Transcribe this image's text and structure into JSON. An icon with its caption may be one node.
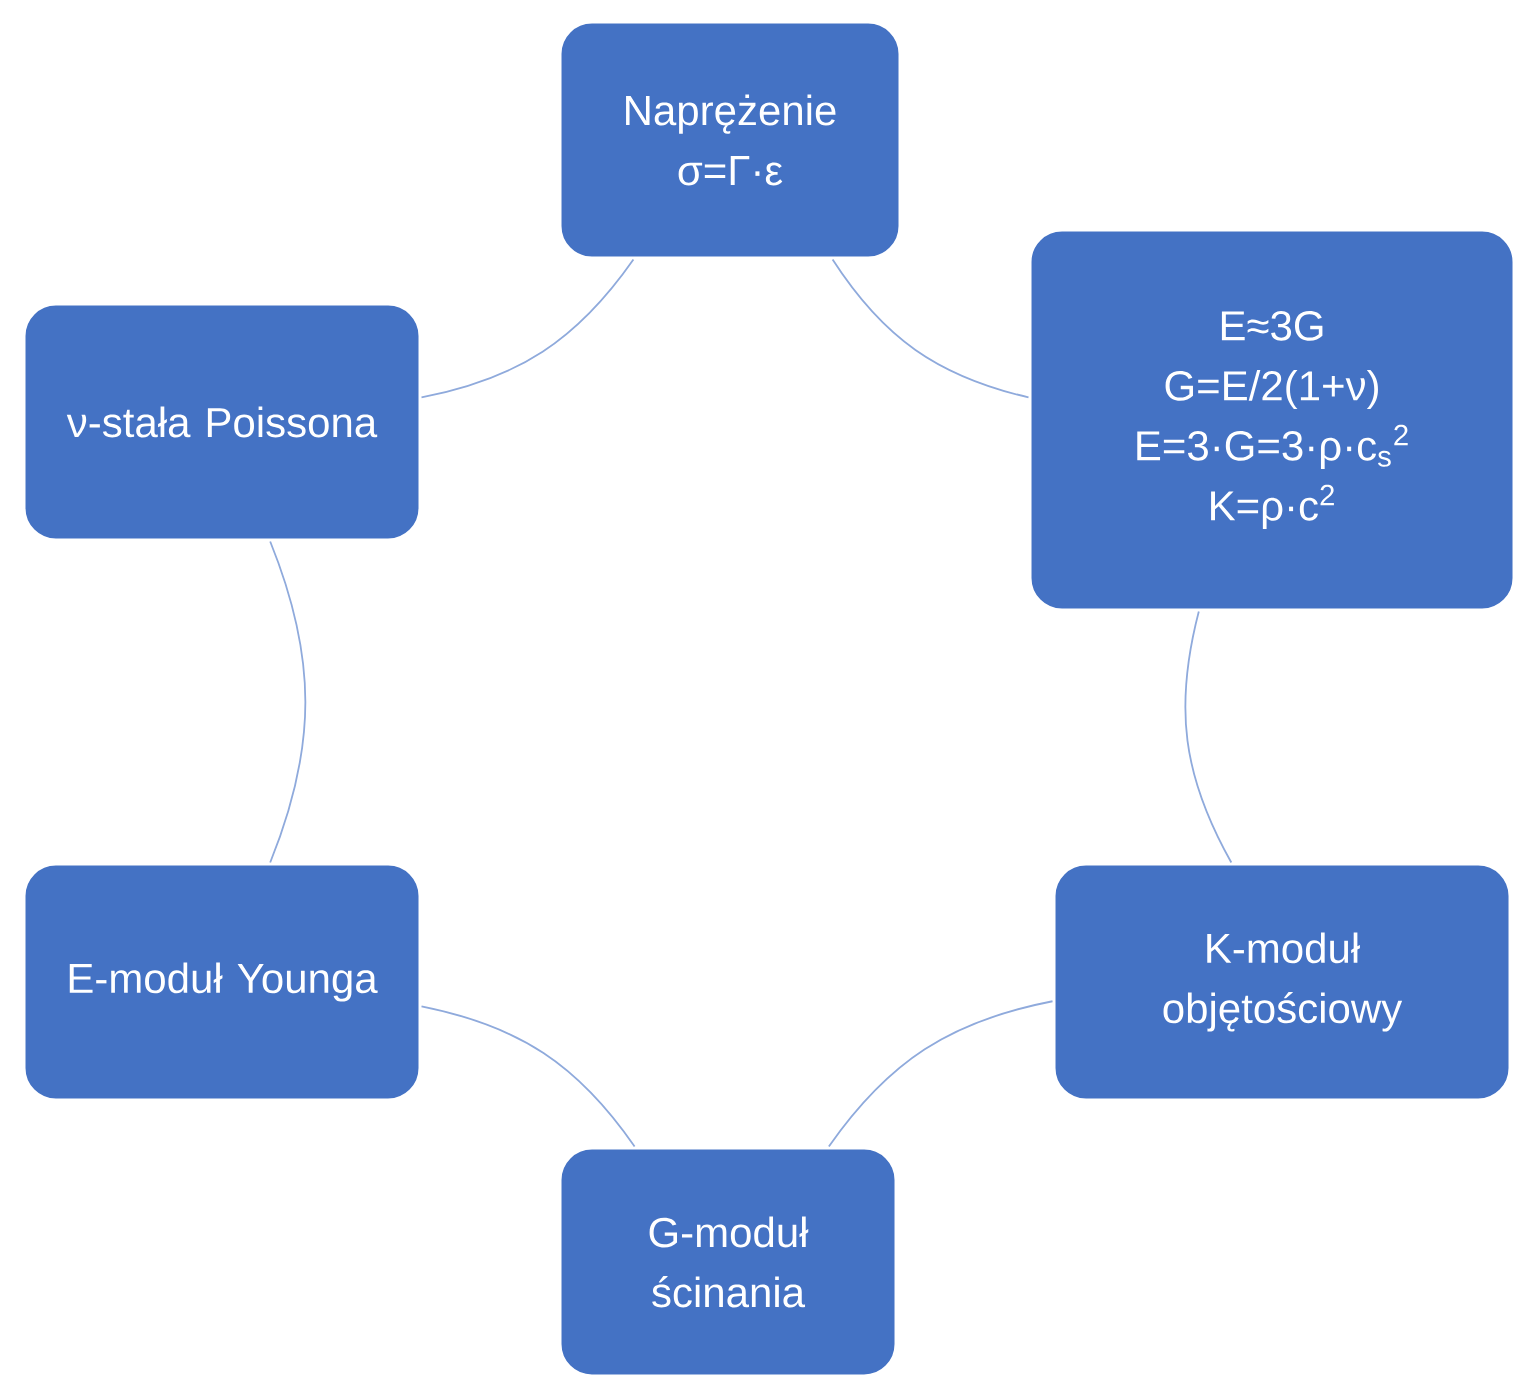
{
  "diagram": {
    "nodes": [
      {
        "text": [
          "Naprężenie σ=Γ·ε"
        ]
      },
      {
        "text": [
          "E≈3G",
          "G=E/2(1+ν)",
          "E=3·G=3·ρ·c$_{s}$$^{2}$",
          "K=ρ·c$^{2}$"
        ]
      },
      {
        "text": [
          "K-moduł objętościowy"
        ]
      },
      {
        "text": [
          "G-moduł ścinania"
        ]
      },
      {
        "text": [
          "E-moduł Younga"
        ]
      },
      {
        "text": [
          "ν-stała Poissona"
        ]
      }
    ],
    "edges": [
      {
        "from": 0,
        "to": 1,
        "arrow": "none"
      },
      {
        "from": 1,
        "to": 2,
        "arrow": "none"
      },
      {
        "from": 2,
        "to": 3,
        "arrow": "none"
      },
      {
        "from": 3,
        "to": 4,
        "arrow": "none"
      },
      {
        "from": 4,
        "to": 5,
        "arrow": "none"
      },
      {
        "from": 5,
        "to": 0,
        "arrow": "none"
      }
    ]
  }
}
